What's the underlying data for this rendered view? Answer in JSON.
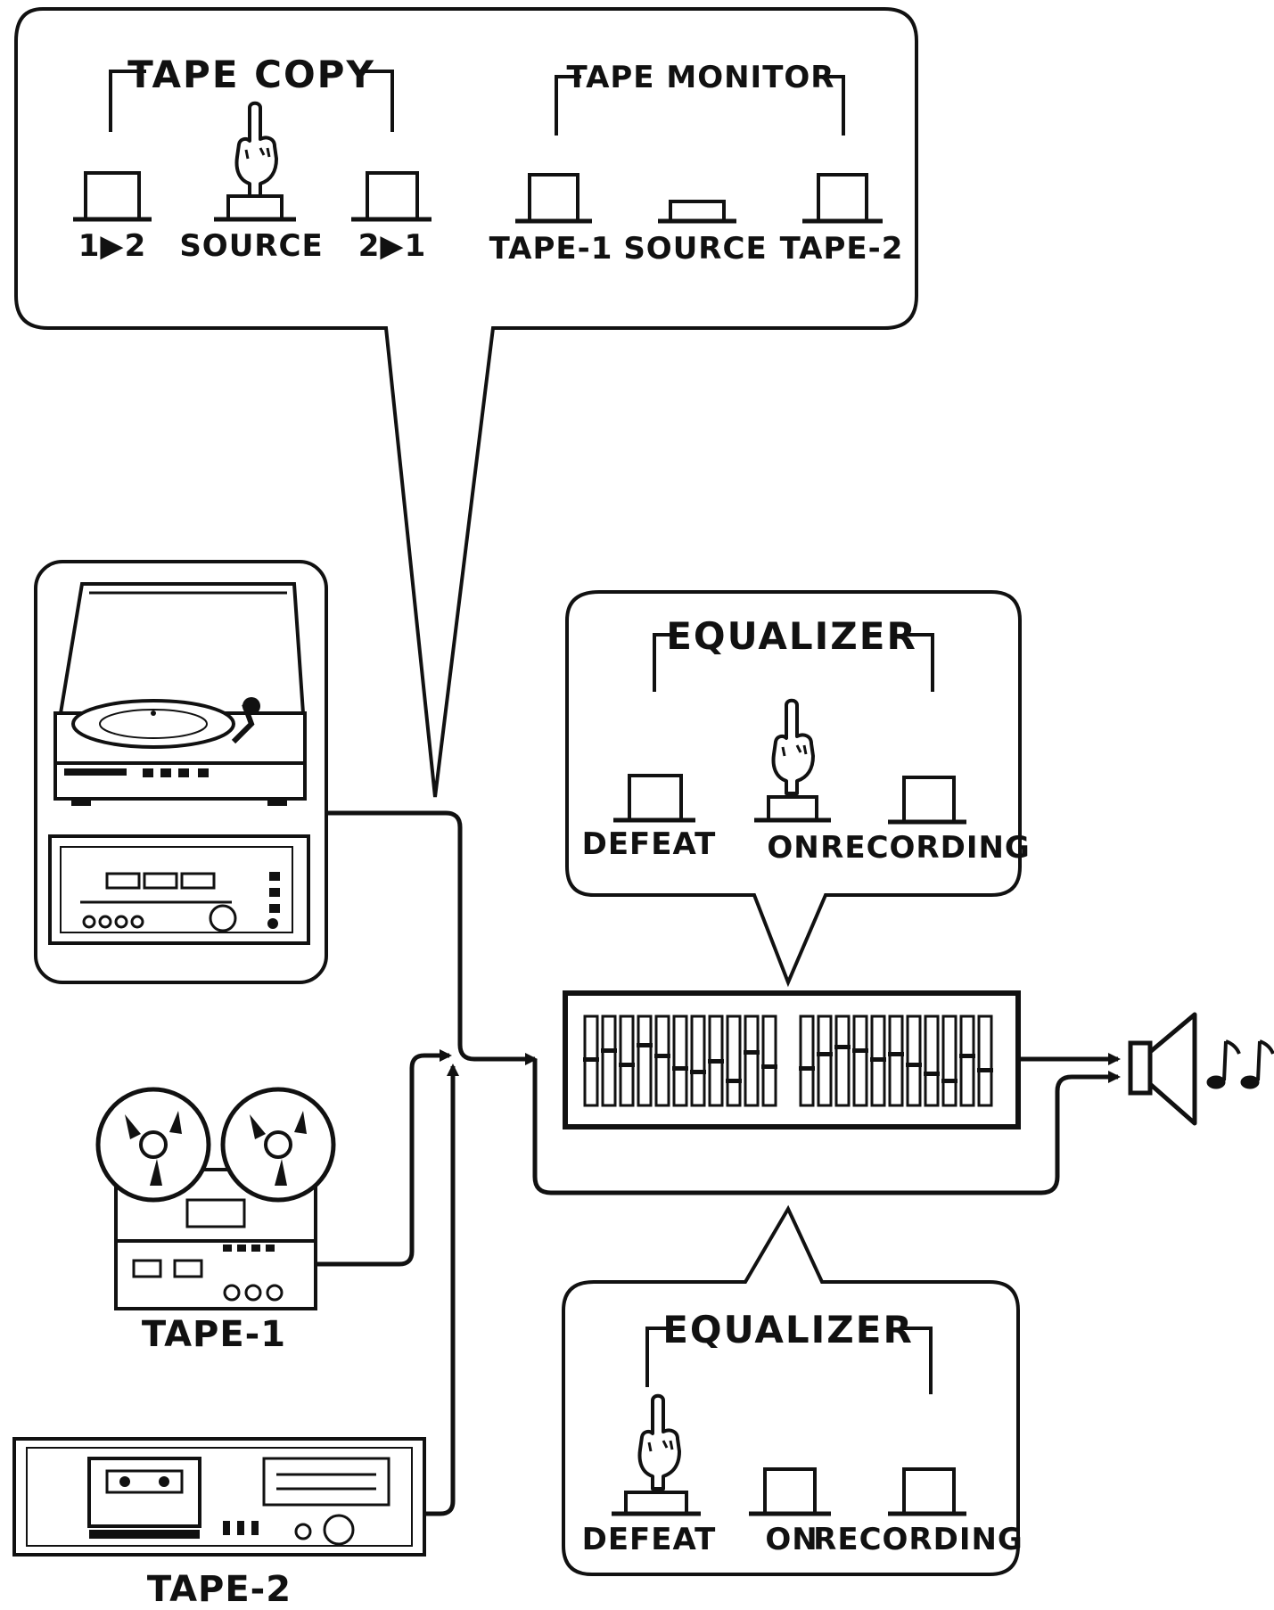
{
  "tape_copy": {
    "title": "TAPE COPY",
    "buttons": [
      "1▶2",
      "SOURCE",
      "2▶1"
    ],
    "pressed": "SOURCE"
  },
  "tape_monitor": {
    "title": "TAPE MONITOR",
    "buttons": [
      "TAPE-1",
      "SOURCE",
      "TAPE-2"
    ],
    "pressed": "SOURCE"
  },
  "equalizer_top": {
    "title": "EQUALIZER",
    "buttons": [
      "DEFEAT",
      "ON",
      "RECORDING"
    ],
    "pressed": "ON"
  },
  "equalizer_bottom": {
    "title": "EQUALIZER",
    "buttons": [
      "DEFEAT",
      "ON",
      "RECORDING"
    ],
    "pressed": "DEFEAT"
  },
  "devices": {
    "tape1_label": "TAPE-1",
    "tape2_label": "TAPE-2"
  },
  "icons": {
    "hand": "pointing-hand-icon",
    "speaker": "speaker-icon",
    "music": "music-notes-icon"
  },
  "colors": {
    "ink": "#111111",
    "paper": "#ffffff"
  }
}
